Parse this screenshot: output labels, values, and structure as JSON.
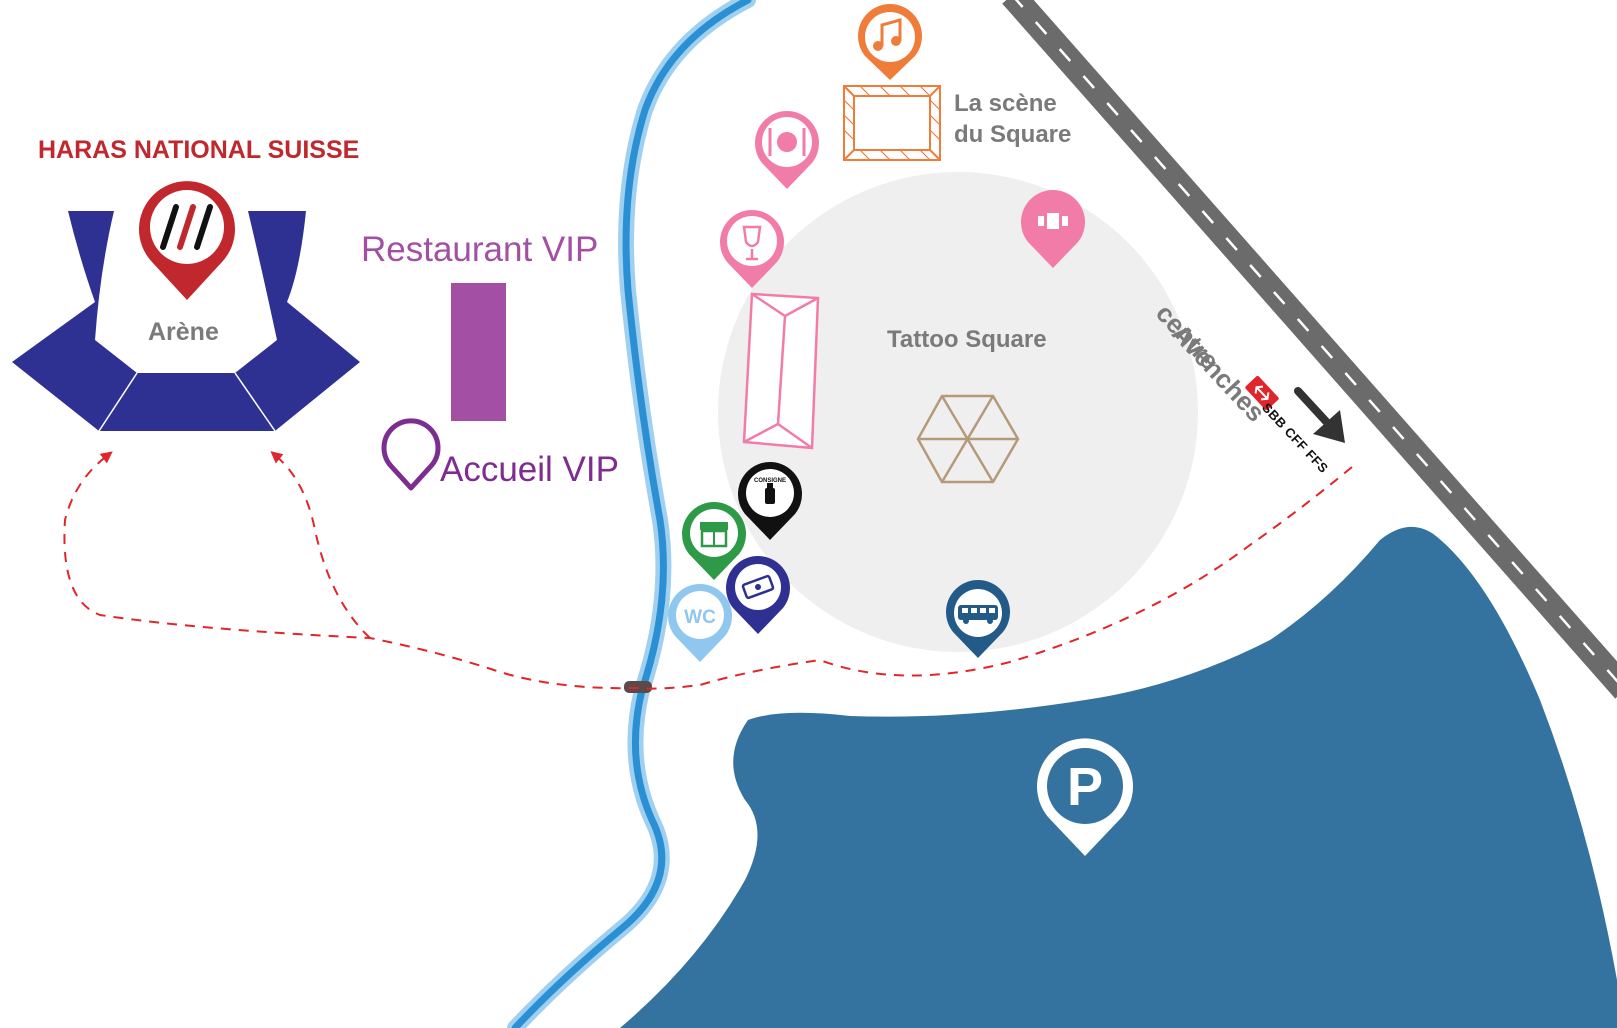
{
  "title": "HARAS NATIONAL SUISSE",
  "areas": {
    "arena": "Arène",
    "restaurant_vip": "Restaurant VIP",
    "accueil_vip": "Accueil VIP",
    "stage_line1": "La scène",
    "stage_line2": "du Square",
    "tattoo_square": "Tattoo Square",
    "town_line1": "Avenches",
    "town_line2": "centre",
    "railway": "SBB CFF FFS"
  },
  "pins": {
    "wc": "WC",
    "consigne": "CONSIGNE",
    "parking": "P"
  },
  "icons": [
    "haras-logo-pin",
    "music-icon",
    "restaurant-icon",
    "wine-icon",
    "lounge-icon",
    "consigne-icon",
    "shop-icon",
    "ticket-icon",
    "wc-icon",
    "bus-icon",
    "parking-icon",
    "location-pin-icon",
    "sbb-logo-icon",
    "direction-arrow-icon"
  ],
  "colors": {
    "arena": "#2e3192",
    "haras_red": "#c0282e",
    "restaurant_vip": "#a24fa4",
    "accueil_vip": "#7d2d90",
    "river": "#2b8fd3",
    "parking": "#34739f",
    "square_bg": "#efefef",
    "stage": "#f07c3a",
    "food_pins": "#f27ca8",
    "path": "#e0262a",
    "road": "#6b6b6b"
  }
}
